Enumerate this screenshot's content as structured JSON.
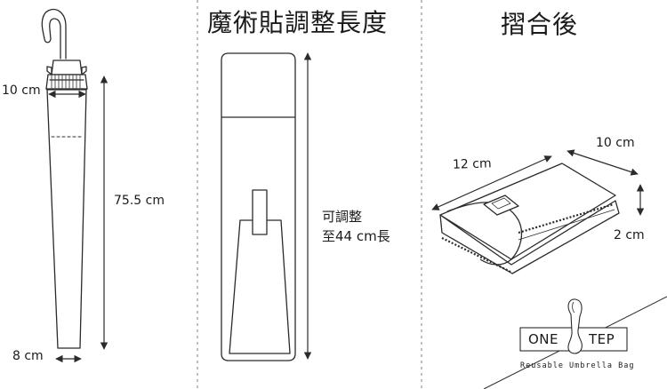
{
  "sections": {
    "umbrella": {
      "top_width_label": "10 cm",
      "length_label": "75.5 cm",
      "bottom_width_label": "8 cm"
    },
    "velcro": {
      "title": "魔術貼調整長度",
      "note_line1": "可調整",
      "note_line2": "至44 cm長"
    },
    "folded": {
      "title": "摺合後",
      "length_label": "12 cm",
      "width_label": "10 cm",
      "height_label": "2 cm"
    }
  },
  "logo": {
    "word_left": "ONE",
    "word_right": "TEP",
    "tagline": "Reusable Umbrella Bag"
  },
  "colors": {
    "line": "#2b2b2b",
    "divider": "#9a9a9a",
    "background": "#ffffff"
  },
  "icons": [
    "umbrella-bag-icon",
    "velcro-strap-icon",
    "folded-pouch-icon",
    "footprint-logo-icon"
  ]
}
